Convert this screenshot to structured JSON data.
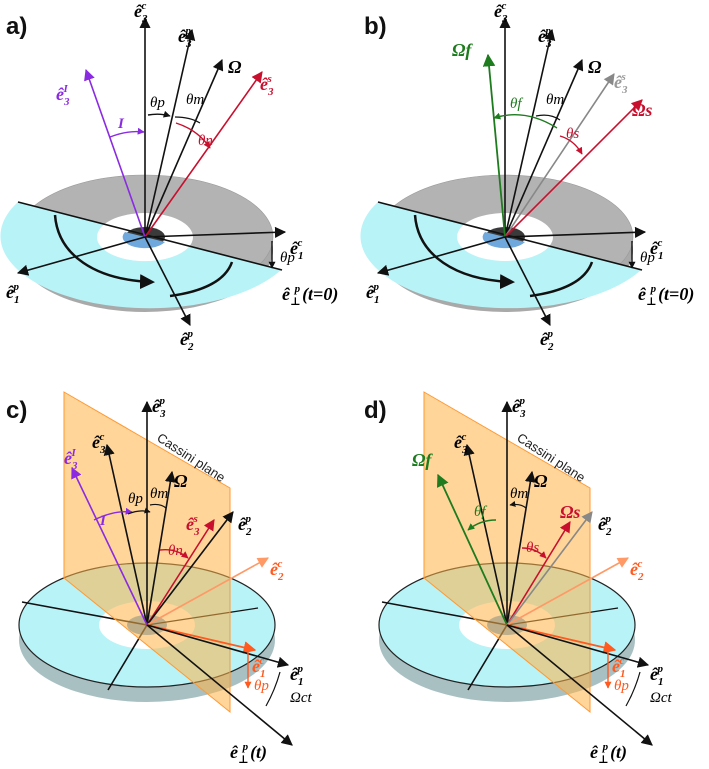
{
  "panels": [
    {
      "key": "a",
      "label": "a)",
      "vectors": {
        "e3c": {
          "base": "ê",
          "sub": "3",
          "sup": "c"
        },
        "e3p": {
          "base": "ê",
          "sub": "3",
          "sup": "p"
        },
        "omega": {
          "text": "Ω"
        },
        "e3s": {
          "base": "ê",
          "sub": "3",
          "sup": "s"
        },
        "e3I": {
          "base": "ê",
          "sub": "3",
          "sup": "I"
        },
        "e1c": {
          "base": "ê",
          "sub": "1",
          "sup": "c"
        },
        "e1p": {
          "base": "ê",
          "sub": "1",
          "sup": "p"
        },
        "e2p": {
          "base": "ê",
          "sub": "2",
          "sup": "p"
        },
        "eperp": {
          "base": "ê",
          "sub": "⊥",
          "sup": "p",
          "suffix": "(t=0)"
        }
      },
      "angles": {
        "I": "I",
        "theta_p": "θp",
        "theta_m": "θm",
        "theta_n": "θn",
        "theta_p2": "θp"
      }
    },
    {
      "key": "b",
      "label": "b)",
      "vectors": {
        "e3c": {
          "base": "ê",
          "sub": "3",
          "sup": "c"
        },
        "e3p": {
          "base": "ê",
          "sub": "3",
          "sup": "p"
        },
        "omega": {
          "text": "Ω"
        },
        "e3s": {
          "base": "ê",
          "sub": "3",
          "sup": "s"
        },
        "omega_f": {
          "text": "Ωf"
        },
        "omega_s": {
          "text": "Ωs"
        },
        "e1c": {
          "base": "ê",
          "sub": "1",
          "sup": "c"
        },
        "e1p": {
          "base": "ê",
          "sub": "1",
          "sup": "p"
        },
        "e2p": {
          "base": "ê",
          "sub": "2",
          "sup": "p"
        },
        "eperp": {
          "base": "ê",
          "sub": "⊥",
          "sup": "p",
          "suffix": "(t=0)"
        }
      },
      "angles": {
        "theta_f": "θf",
        "theta_m": "θm",
        "theta_s": "θs",
        "theta_p2": "θp"
      }
    },
    {
      "key": "c",
      "label": "c)",
      "plane_label": "Cassini plane",
      "vectors": {
        "e3p": {
          "base": "ê",
          "sub": "3",
          "sup": "p"
        },
        "e3c": {
          "base": "ê",
          "sub": "3",
          "sup": "c"
        },
        "omega": {
          "text": "Ω"
        },
        "e3s": {
          "base": "ê",
          "sub": "3",
          "sup": "s"
        },
        "e3I": {
          "base": "ê",
          "sub": "3",
          "sup": "I"
        },
        "e2p": {
          "base": "ê",
          "sub": "2",
          "sup": "p"
        },
        "e2c": {
          "base": "ê",
          "sub": "2",
          "sup": "c"
        },
        "e1c": {
          "base": "ê",
          "sub": "1",
          "sup": "c"
        },
        "e1p": {
          "base": "ê",
          "sub": "1",
          "sup": "p"
        },
        "eperp": {
          "base": "ê",
          "sub": "⊥",
          "sup": "p",
          "suffix": "(t)"
        }
      },
      "angles": {
        "I": "I",
        "theta_p": "θp",
        "theta_m": "θm",
        "theta_n": "θn",
        "theta_p2": "θp",
        "omega_c_t": "Ωct"
      }
    },
    {
      "key": "d",
      "label": "d)",
      "plane_label": "Cassini plane",
      "vectors": {
        "e3p": {
          "base": "ê",
          "sub": "3",
          "sup": "p"
        },
        "e3c": {
          "base": "ê",
          "sub": "3",
          "sup": "c"
        },
        "omega": {
          "text": "Ω"
        },
        "omega_f": {
          "text": "Ωf"
        },
        "omega_s": {
          "text": "Ωs"
        },
        "e2p": {
          "base": "ê",
          "sub": "2",
          "sup": "p"
        },
        "e2c": {
          "base": "ê",
          "sub": "2",
          "sup": "c"
        },
        "e1c": {
          "base": "ê",
          "sub": "1",
          "sup": "c"
        },
        "e1p": {
          "base": "ê",
          "sub": "1",
          "sup": "p"
        },
        "eperp": {
          "base": "ê",
          "sub": "⊥",
          "sup": "p",
          "suffix": "(t)"
        }
      },
      "angles": {
        "theta_f": "θf",
        "theta_m": "θm",
        "theta_s": "θs",
        "theta_p2": "θp",
        "omega_c_t": "Ωct"
      }
    }
  ],
  "colors": {
    "black": "#111111",
    "purple": "#8a2be2",
    "red": "#c8102e",
    "green": "#1e7b1e",
    "gray_vector": "#888888",
    "orange": "#ff5a1f",
    "light_orange": "#ff9966",
    "disk_gray": "#b3b3b3",
    "disk_cyan": "#b8f3f8",
    "disk_cyan_rim": "#a9c0c2",
    "center_dark": "#3a3a3a",
    "center_blue": "#6fa8dc",
    "plane_orange": "#ffb347"
  },
  "icons": [
    "rotation-arrow-icon"
  ]
}
